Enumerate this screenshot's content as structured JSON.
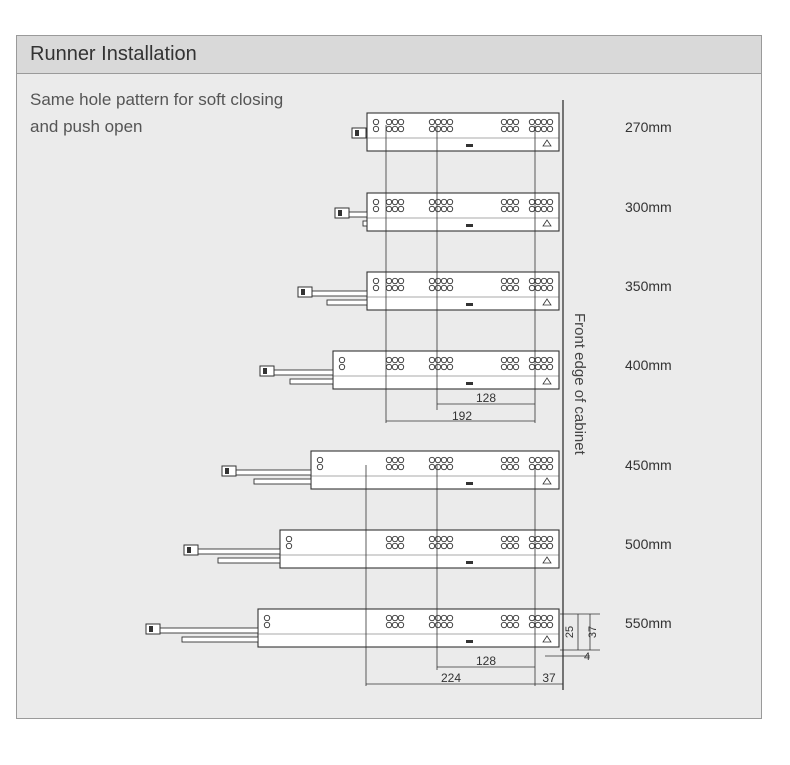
{
  "header": {
    "title": "Runner Installation"
  },
  "subtitle": {
    "line1": "Same hole pattern for soft closing",
    "line2": "and push open"
  },
  "front_edge_label": "Front edge of cabinet",
  "runners": [
    {
      "label": "270mm"
    },
    {
      "label": "300mm"
    },
    {
      "label": "350mm"
    },
    {
      "label": "400mm"
    },
    {
      "label": "450mm"
    },
    {
      "label": "500mm"
    },
    {
      "label": "550mm"
    }
  ],
  "dimensions": {
    "upper_128": "128",
    "upper_192": "192",
    "lower_128": "128",
    "lower_224": "224",
    "lower_37": "37",
    "side_25": "25",
    "side_37": "37",
    "side_4": "4"
  },
  "colors": {
    "panel_bg": "#ebebeb",
    "header_bg": "#d9d9d9",
    "line": "#333333",
    "text": "#333333"
  }
}
